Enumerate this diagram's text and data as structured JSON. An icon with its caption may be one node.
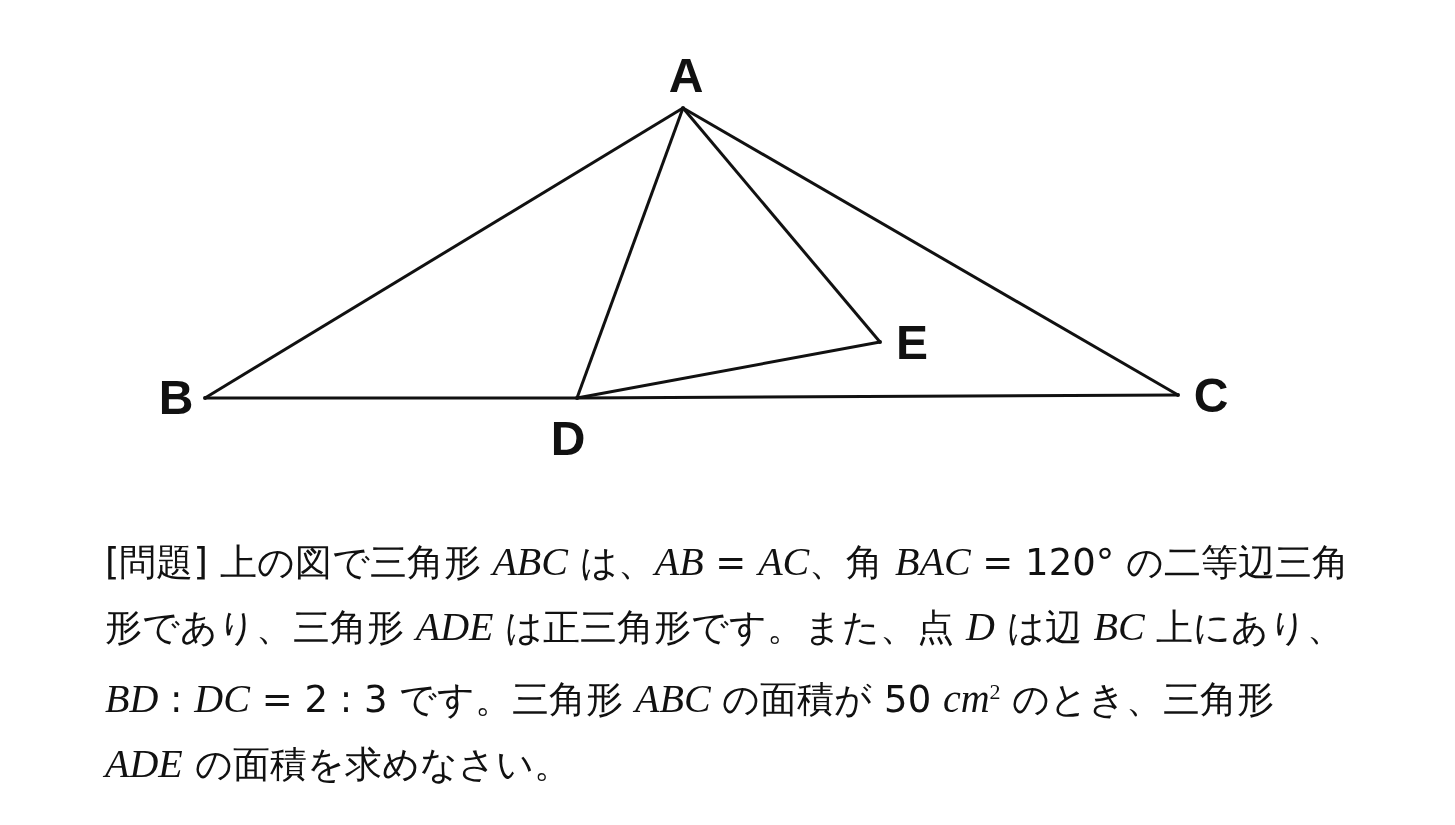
{
  "diagram": {
    "nodes": [
      {
        "text": [],
        "shape": "point",
        "beside": [
          "A"
        ]
      },
      {
        "text": [],
        "shape": "point",
        "beside": [
          "B"
        ]
      },
      {
        "text": [],
        "shape": "point",
        "beside": [
          "C"
        ]
      },
      {
        "text": [],
        "shape": "point",
        "beside": [
          "D"
        ]
      },
      {
        "text": [],
        "shape": "point",
        "beside": [
          "E"
        ]
      }
    ],
    "edges": [
      {
        "from": 0,
        "to": 1,
        "arrow": "none"
      },
      {
        "from": 0,
        "to": 2,
        "arrow": "none"
      },
      {
        "from": 1,
        "to": 3,
        "arrow": "none"
      },
      {
        "from": 3,
        "to": 2,
        "arrow": "none"
      },
      {
        "from": 0,
        "to": 3,
        "arrow": "none"
      },
      {
        "from": 0,
        "to": 4,
        "arrow": "none"
      },
      {
        "from": 3,
        "to": 4,
        "arrow": "none"
      }
    ],
    "labels": [
      "[問題] 上の図で三角形 *ABC* は、*AB* = *AC*、角 *BAC* = 120° の二等辺三角形であり、三角形 *ADE* は正三角形です。また、点 *D* は辺 *BC* 上にあり、*BD* : *DC* = 2 : 3 です。三角形 *ABC* の面積が 50 *cm*$^{2}$ のとき、三角形 *ADE* の面積を求めなさい。"
    ]
  }
}
